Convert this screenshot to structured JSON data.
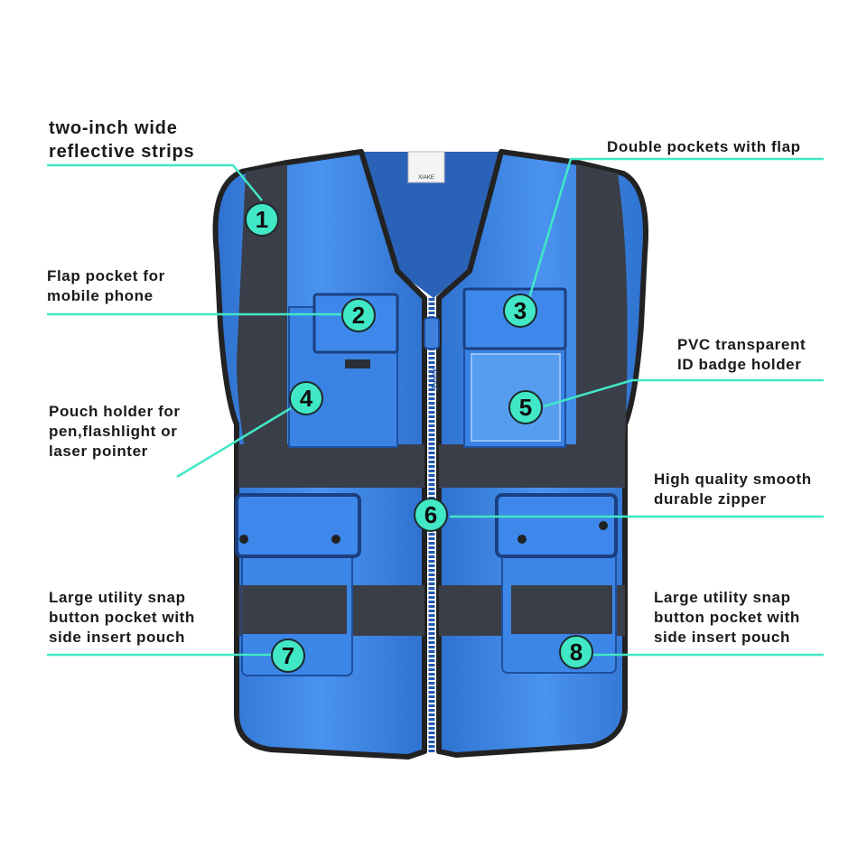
{
  "accent_color": "#41e8c6",
  "vest_color": "#3b86e6",
  "strip_color": "#3a3e48",
  "tag": {
    "brand": "XIAKE"
  },
  "zipper_pull_text": "XIAKE",
  "callouts": [
    {
      "number": "1",
      "lines": [
        "two-inch wide",
        "reflective strips"
      ]
    },
    {
      "number": "2",
      "lines": [
        "Flap pocket for",
        "mobile phone"
      ]
    },
    {
      "number": "3",
      "lines": [
        "Double pockets with flap"
      ]
    },
    {
      "number": "4",
      "lines": [
        "Pouch holder for",
        "pen,flashlight or",
        "laser pointer"
      ]
    },
    {
      "number": "5",
      "lines": [
        "PVC transparent",
        "ID badge holder"
      ]
    },
    {
      "number": "6",
      "lines": [
        "High quality smooth",
        "durable zipper"
      ]
    },
    {
      "number": "7",
      "lines": [
        "Large utility snap",
        "button pocket with",
        "side insert pouch"
      ]
    },
    {
      "number": "8",
      "lines": [
        "Large utility snap",
        "button pocket with",
        "side insert pouch"
      ]
    }
  ]
}
